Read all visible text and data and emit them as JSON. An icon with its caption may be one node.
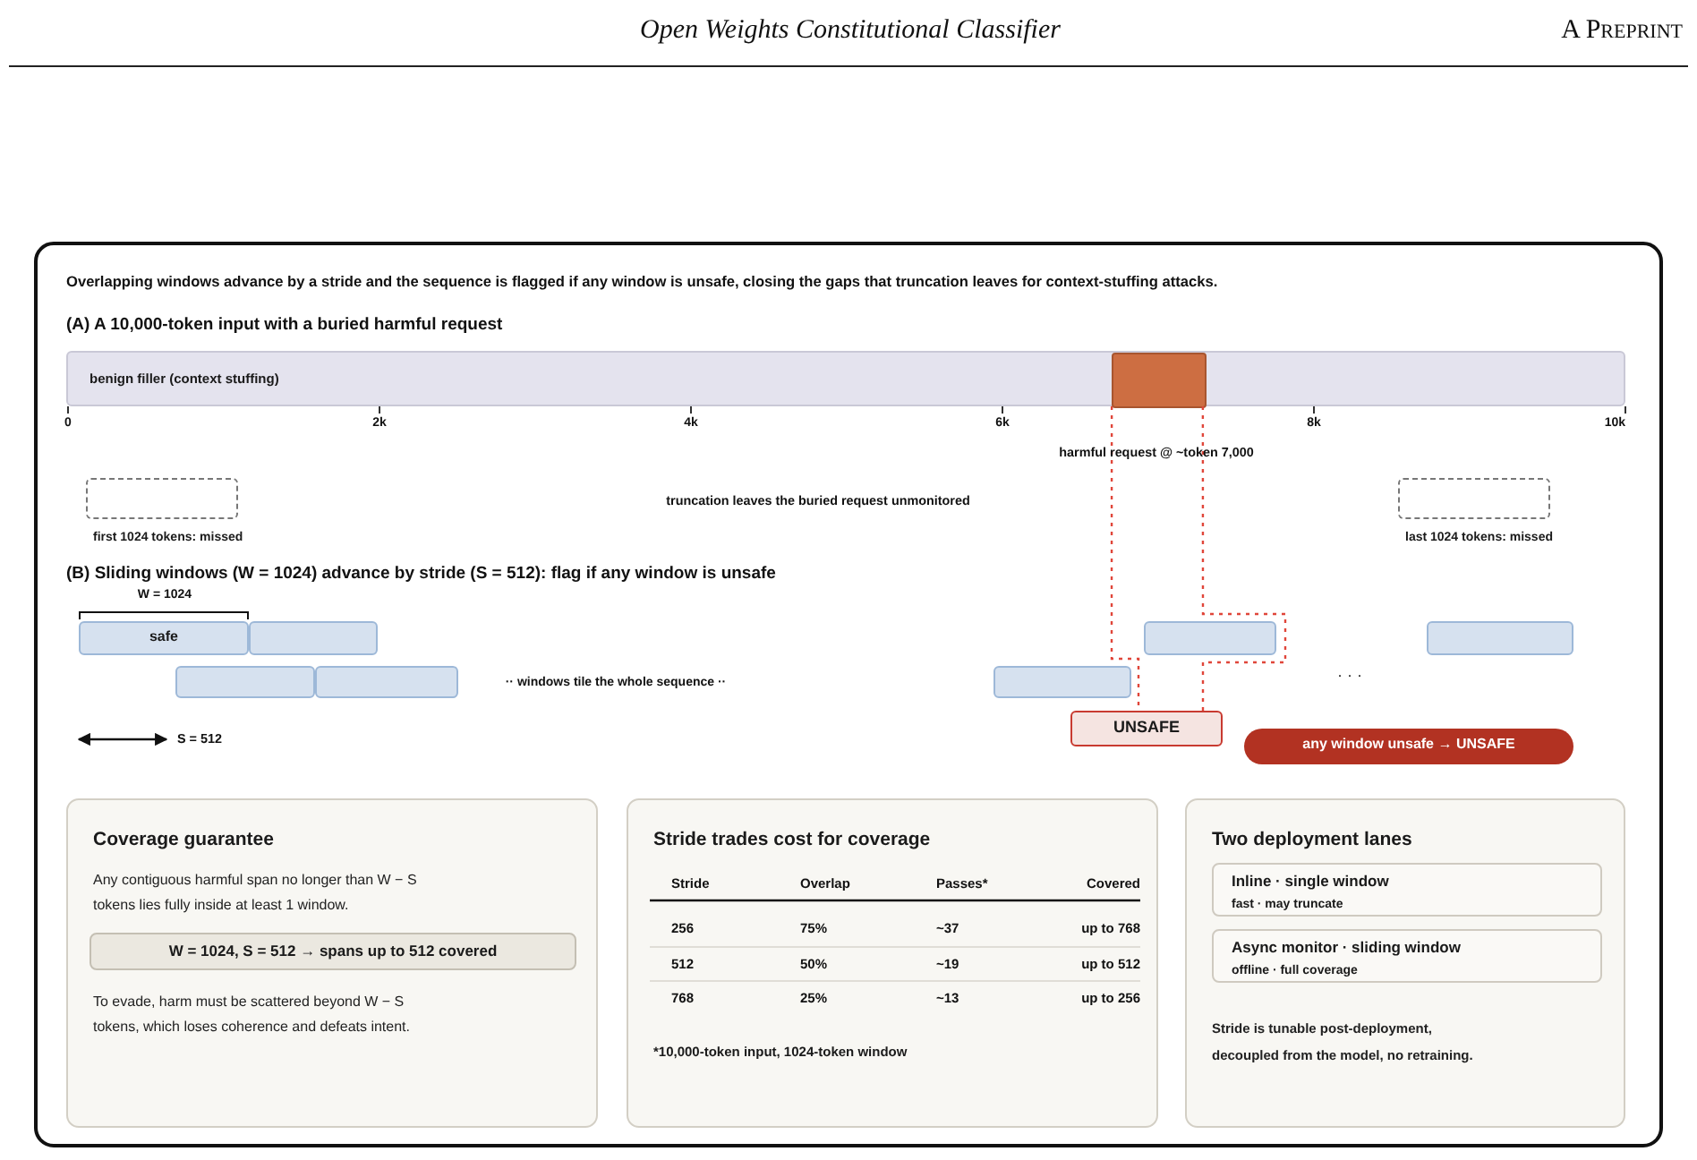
{
  "diagram": {
    "nodes": [
      {
        "text": [
          "benign filler (context stuffing)"
        ]
      },
      {
        "text": [],
        "shape": "bar",
        "in": 0
      },
      {
        "text": [],
        "shape": "box",
        "beside": [
          "first 1024 tokens: missed"
        ]
      },
      {
        "text": [],
        "shape": "box",
        "beside": [
          "last 1024 tokens: missed"
        ]
      },
      {
        "text": [
          "safe"
        ]
      },
      {
        "text": [],
        "shape": "box"
      },
      {
        "text": [],
        "shape": "box"
      },
      {
        "text": [],
        "shape": "box"
      },
      {
        "text": [],
        "shape": "box"
      },
      {
        "text": [],
        "shape": "box"
      },
      {
        "text": [],
        "shape": "box"
      },
      {
        "text": [
          "UNSAFE"
        ]
      },
      {
        "text": [
          "any window unsafe → UNSAFE"
        ]
      },
      {
        "text": [
          "Coverage guarantee",
          "Any contiguous harmful span no longer than W − S tokens lies fully inside at least 1 window.",
          "To evade, harm must be scattered beyond W − S tokens, which loses coherence and defeats intent."
        ]
      },
      {
        "text": [
          "W = 1024, S = 512 → spans up to 512 covered"
        ],
        "in": 13
      },
      {
        "text": [
          "Stride trades cost for coverage",
          "*10,000-token input, 1024-token window"
        ]
      },
      {
        "text": [
          "Two deployment lanes",
          "Stride is tunable post-deployment, decoupled from the model, no retraining."
        ]
      },
      {
        "text": [
          "Inline · single window",
          "fast · may truncate"
        ],
        "in": 16
      },
      {
        "text": [
          "Async monitor · sliding window",
          "offline · full coverage"
        ],
        "in": 16
      }
    ],
    "edges": [
      {
        "from": 1,
        "to": 11,
        "arrow": "none",
        "style": "dashed",
        "color": "#e0463a"
      },
      {
        "from": 1,
        "to": 11,
        "arrow": "none",
        "style": "dashed",
        "color": "#e0463a"
      }
    ],
    "labels": [
      "Open Weights Constitutional Classifier",
      "A Preprint",
      "Overlapping windows advance by a stride and the sequence is flagged if any window is unsafe, closing the gaps that truncation leaves for context-stuffing attacks.",
      "(A) A 10,000-token input with a buried harmful request",
      "0",
      "2k",
      "4k",
      "6k",
      "8k",
      "10k",
      "harmful request @ ~token 7,000",
      "truncation leaves the buried request unmonitored",
      "(B) Sliding windows (W = 1024) advance by stride (S = 512): flag if any window is unsafe",
      "W = 1024",
      "·· windows tile the whole sequence ··",
      "· · ·",
      "S = 512",
      "Stride",
      "Overlap",
      "Passes*",
      "Covered",
      "256",
      "75%",
      "~37",
      "up to 768",
      "512",
      "50%",
      "~19",
      "up to 512",
      "768",
      "25%",
      "~13",
      "up to 256"
    ]
  }
}
